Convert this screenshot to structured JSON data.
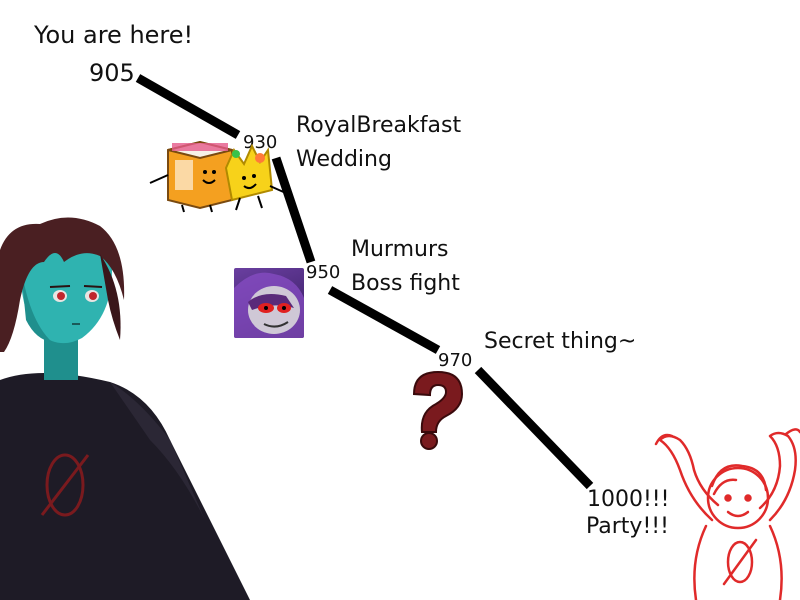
{
  "header": {
    "you_are_here": "You are here!"
  },
  "milestones": [
    {
      "id": "905",
      "number": "905"
    },
    {
      "id": "930",
      "number": "930",
      "lines": [
        "RoyalBreakfast",
        "Wedding"
      ]
    },
    {
      "id": "950",
      "number": "950",
      "lines": [
        "Murmurs",
        "Boss fight"
      ]
    },
    {
      "id": "970",
      "number": "970",
      "lines": [
        "Secret thing~"
      ]
    },
    {
      "id": "1000",
      "number": "1000!!!",
      "lines": [
        "Party!!!"
      ]
    }
  ],
  "icons": {
    "930": "juice-box-and-crown-characters-icon",
    "950": "murmurs-villain-portrait-icon",
    "970": "question-mark-icon",
    "left-character": "dark-haired-girl-character-illustration",
    "right-character": "red-sketch-cheering-character-illustration"
  },
  "colors": {
    "path": "#000000",
    "question_mark": "#7a1a1e",
    "sketch_red": "#e02a2a",
    "sweater": "#1e1b26",
    "hair": "#4a1f22",
    "skin": "#2fb3b0",
    "portrait_bg": "#5b3590"
  }
}
